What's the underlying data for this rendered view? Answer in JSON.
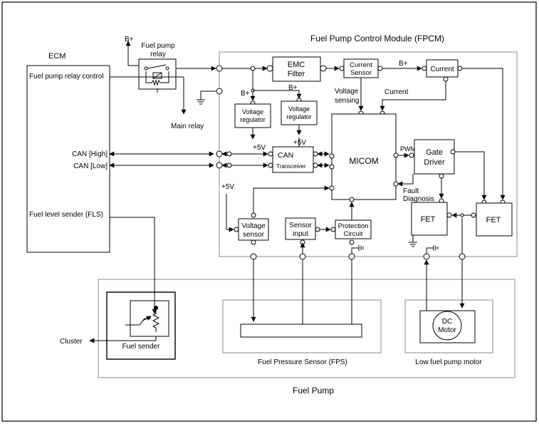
{
  "title_fpcm": "Fuel Pump Control Module (FPCM)",
  "fuel_pump_title": "Fuel Pump",
  "ecm": {
    "title": "ECM",
    "relay_control": "Fuel pump relay control",
    "can_high": "CAN [High]",
    "can_low": "CAN [Low]",
    "fls": "Fuel level sender (FLS)"
  },
  "relay": {
    "line1": "Fuel pump",
    "line2": "relay",
    "bplus": "B+",
    "main_relay": "Main relay"
  },
  "emc": {
    "line1": "EMC",
    "line2": "Filter"
  },
  "current_sensor": {
    "line1": "Current",
    "line2": "Sensor"
  },
  "current_block": "Current",
  "bplus": "B+",
  "voltage_sensing": {
    "line1": "Voltage",
    "line2": "sensing"
  },
  "current_label": "Current",
  "vreg1": {
    "line1": "Voltage",
    "line2": "regulator",
    "out": "+5V"
  },
  "vreg2": {
    "line1": "Voltage",
    "line2": "regulator",
    "out": "+5V"
  },
  "can_tr": {
    "line1": "CAN",
    "line2": "Transceiver"
  },
  "micom": "MICOM",
  "pwm": "PWM",
  "gate_driver": {
    "line1": "Gate",
    "line2": "Driver"
  },
  "fault": {
    "line1": "Fault",
    "line2": "Diagnosis"
  },
  "fet1": "FET",
  "fet2": "FET",
  "plus5v": "+5V",
  "vsensor": {
    "line1": "Voltage",
    "line2": "sensor"
  },
  "sinput": {
    "line1": "Sensor",
    "line2": "input"
  },
  "protection": {
    "line1": "Protection",
    "line2": "Circuit"
  },
  "fuel_sender": "Fuel sender",
  "cluster": "Cluster",
  "fps": "Fuel Pressure Sensor (FPS)",
  "lfp_motor": "Low fuel pump motor",
  "motor": {
    "line1": "DC",
    "line2": "Motor"
  }
}
